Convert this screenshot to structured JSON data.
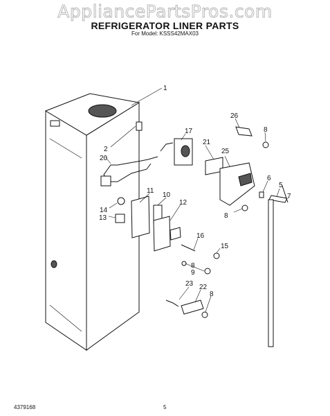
{
  "watermark": "AppliancePartsPros.com",
  "title": "REFRIGERATOR LINER PARTS",
  "model_line": "For Model: KSSS42MAX03",
  "footer": {
    "doc_number": "4379168",
    "page_number": "5"
  },
  "callouts": [
    "1",
    "2",
    "20",
    "11",
    "10",
    "12",
    "14",
    "13",
    "26",
    "8",
    "17",
    "21",
    "25",
    "6",
    "5",
    "7",
    "8",
    "16",
    "15",
    "8",
    "9",
    "23",
    "22",
    "8"
  ],
  "colors": {
    "ink": "#111111",
    "paper": "#ffffff",
    "watermark_outline": "#b7b7b7"
  }
}
